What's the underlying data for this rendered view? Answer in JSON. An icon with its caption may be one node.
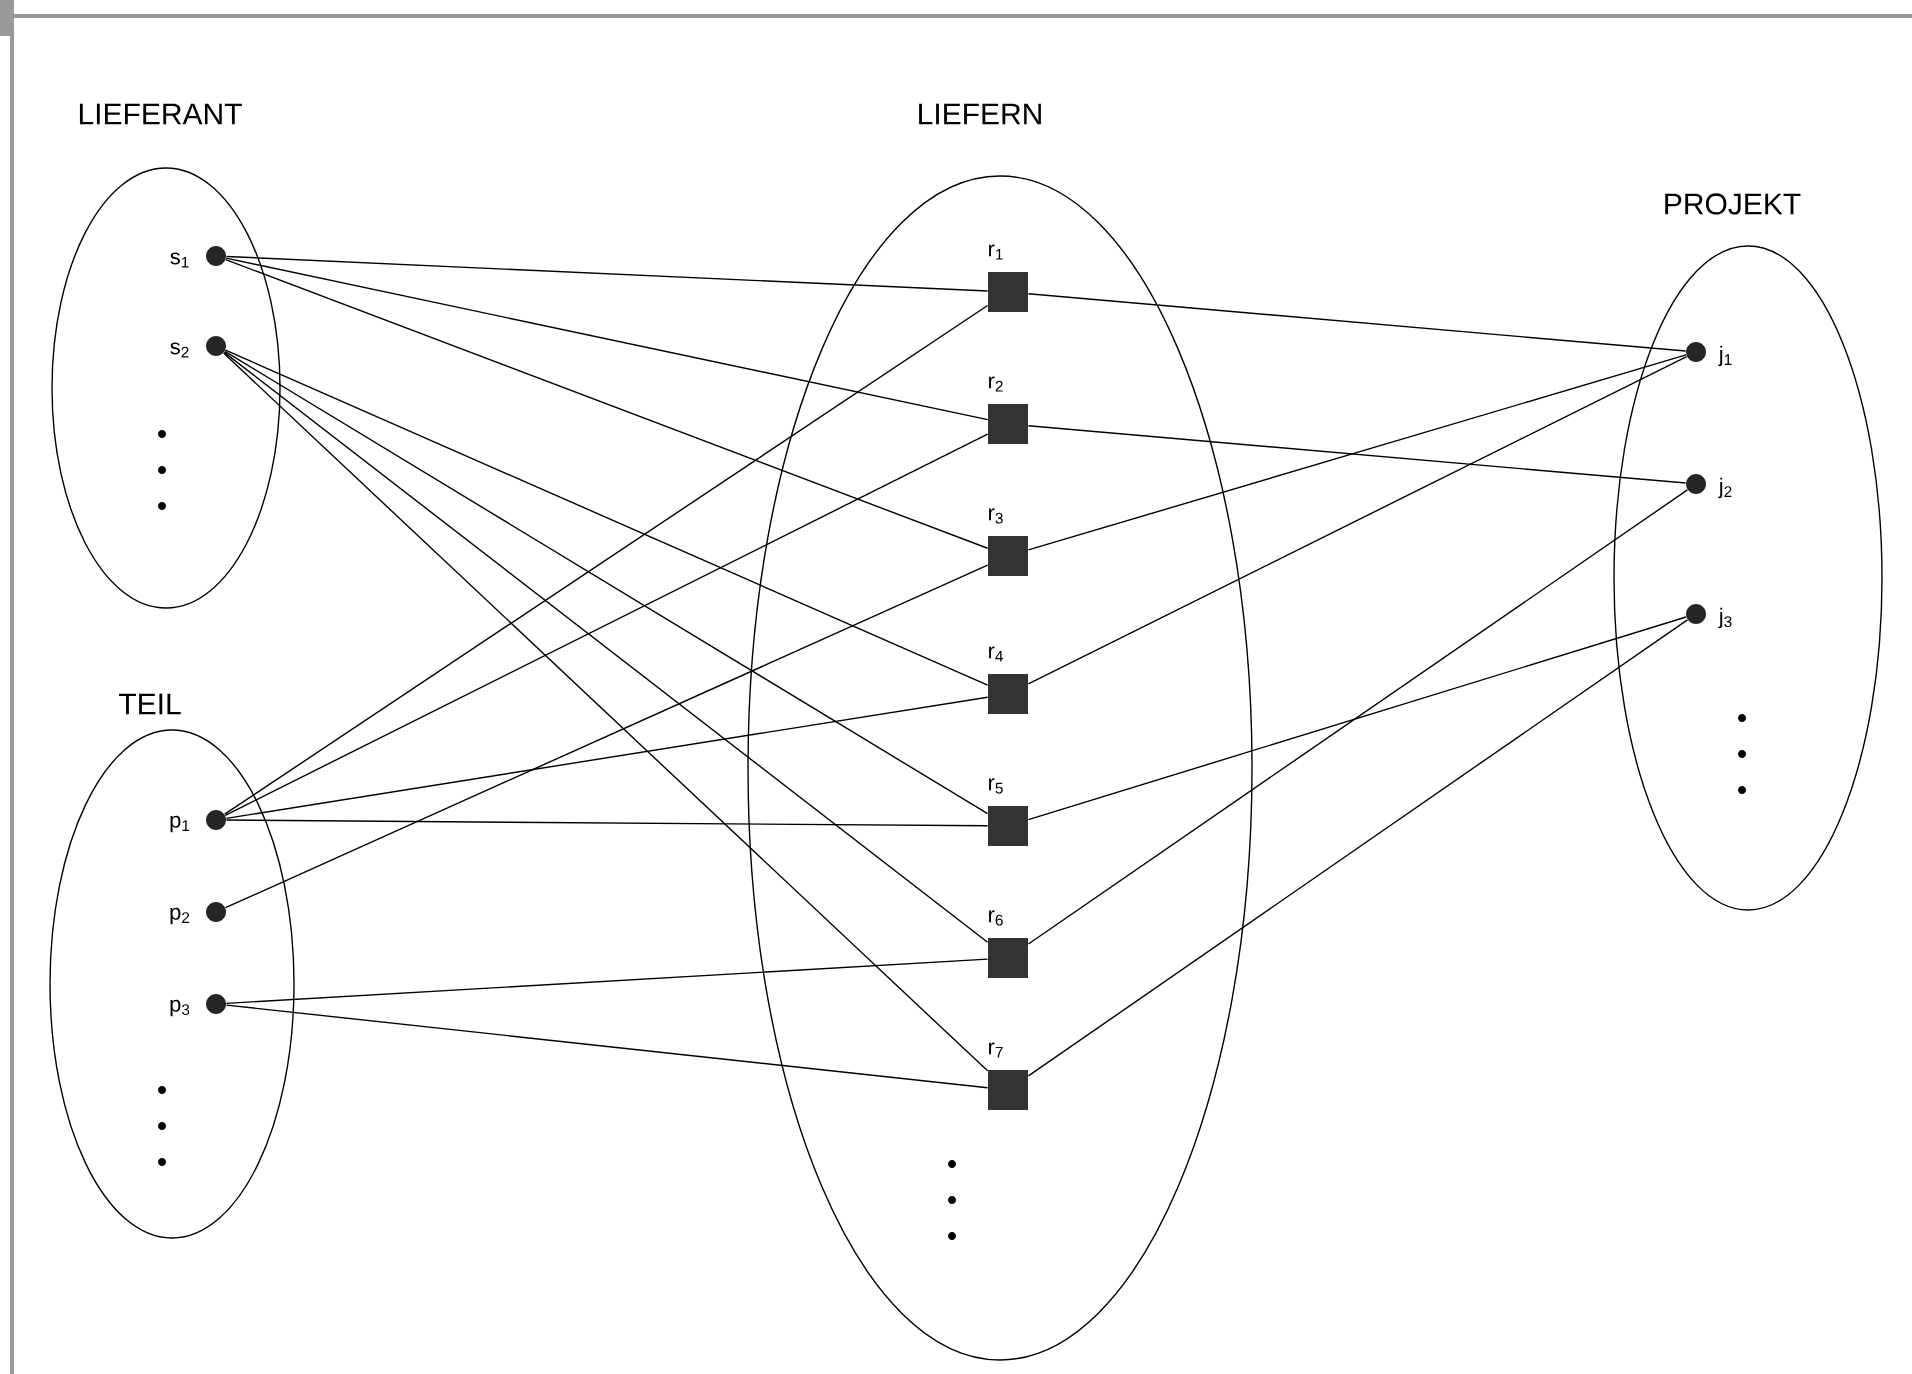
{
  "diagram": {
    "nodes": [
      {
        "text": [
          "LIEFERANT"
        ]
      },
      {
        "text": [
          "s$_{1}$"
        ],
        "in": 0
      },
      {
        "text": [
          "s$_{2}$"
        ],
        "in": 0
      },
      {
        "text": [
          "TEIL"
        ]
      },
      {
        "text": [
          "p$_{1}$"
        ],
        "in": 3
      },
      {
        "text": [
          "p$_{2}$"
        ],
        "in": 3
      },
      {
        "text": [
          "p$_{3}$"
        ],
        "in": 3
      },
      {
        "text": [
          "LIEFERN"
        ]
      },
      {
        "text": [
          "r$_{1}$"
        ],
        "in": 7
      },
      {
        "text": [
          "r$_{2}$"
        ],
        "in": 7
      },
      {
        "text": [
          "r$_{3}$"
        ],
        "in": 7
      },
      {
        "text": [
          "r$_{4}$"
        ],
        "in": 7
      },
      {
        "text": [
          "r$_{5}$"
        ],
        "in": 7
      },
      {
        "text": [
          "r$_{6}$"
        ],
        "in": 7
      },
      {
        "text": [
          "r$_{7}$"
        ],
        "in": 7
      },
      {
        "text": [
          "PROJEKT"
        ]
      },
      {
        "text": [
          "j$_{1}$"
        ],
        "in": 15
      },
      {
        "text": [
          "j$_{2}$"
        ],
        "in": 15
      },
      {
        "text": [
          "j$_{3}$"
        ],
        "in": 15
      }
    ],
    "edges": [
      {
        "from": 1,
        "to": 8,
        "arrow": "none"
      },
      {
        "from": 1,
        "to": 9,
        "arrow": "none"
      },
      {
        "from": 1,
        "to": 10,
        "arrow": "none"
      },
      {
        "from": 2,
        "to": 11,
        "arrow": "none"
      },
      {
        "from": 2,
        "to": 12,
        "arrow": "none"
      },
      {
        "from": 2,
        "to": 13,
        "arrow": "none"
      },
      {
        "from": 2,
        "to": 14,
        "arrow": "none"
      },
      {
        "from": 4,
        "to": 8,
        "arrow": "none"
      },
      {
        "from": 4,
        "to": 9,
        "arrow": "none"
      },
      {
        "from": 4,
        "to": 11,
        "arrow": "none"
      },
      {
        "from": 4,
        "to": 12,
        "arrow": "none"
      },
      {
        "from": 5,
        "to": 10,
        "arrow": "none"
      },
      {
        "from": 6,
        "to": 13,
        "arrow": "none"
      },
      {
        "from": 6,
        "to": 14,
        "arrow": "none"
      },
      {
        "from": 8,
        "to": 16,
        "arrow": "none"
      },
      {
        "from": 9,
        "to": 17,
        "arrow": "none"
      },
      {
        "from": 10,
        "to": 16,
        "arrow": "none"
      },
      {
        "from": 11,
        "to": 16,
        "arrow": "none"
      },
      {
        "from": 12,
        "to": 18,
        "arrow": "none"
      },
      {
        "from": 13,
        "to": 17,
        "arrow": "none"
      },
      {
        "from": 14,
        "to": 18,
        "arrow": "none"
      }
    ]
  }
}
